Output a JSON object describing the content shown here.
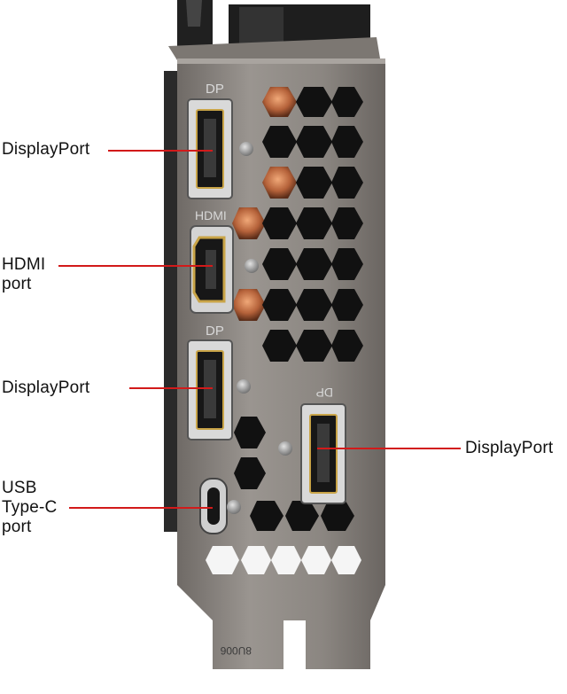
{
  "callouts": [
    {
      "id": "dp1",
      "label": "DisplayPort"
    },
    {
      "id": "hdmi",
      "label": "HDMI\nport"
    },
    {
      "id": "dp2",
      "label": "DisplayPort"
    },
    {
      "id": "dp3",
      "label": "DisplayPort"
    },
    {
      "id": "usbc",
      "label": "USB\nType-C\nport"
    }
  ],
  "bracket_text": {
    "dp_top": "DP",
    "hdmi": "HDMI",
    "dp_mid": "DP",
    "dp_right": "DP",
    "bottom_code": "8U006"
  },
  "colors": {
    "leader_line": "#d21a1a",
    "bracket_metal": "#8d8883",
    "port_gold": "#c9a447",
    "background": "#ffffff"
  }
}
